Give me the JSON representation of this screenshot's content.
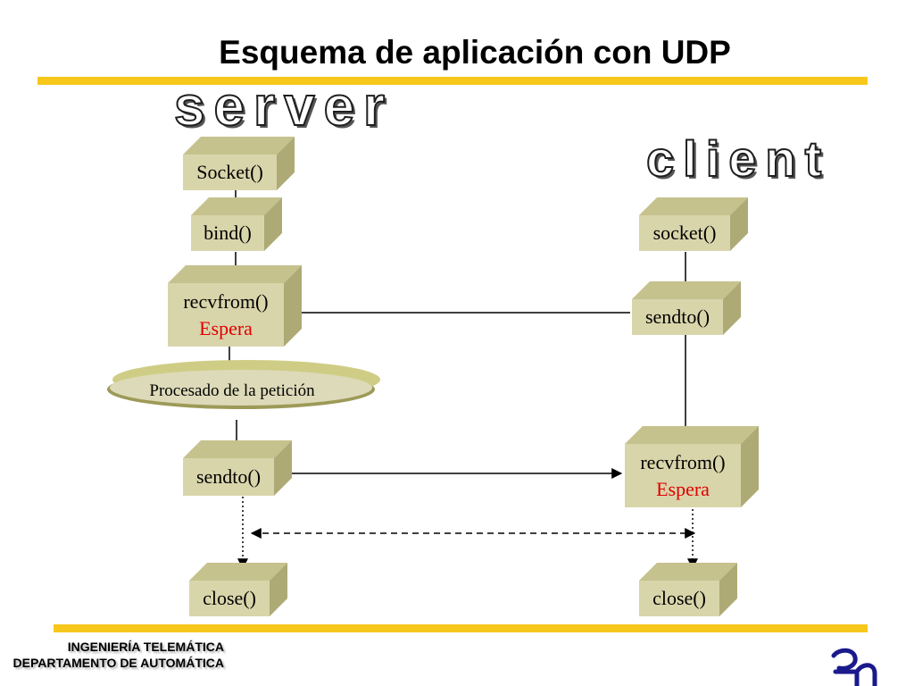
{
  "title": "Esquema de aplicación con UDP",
  "server_label": "server",
  "client_label": "client",
  "server": {
    "socket": "Socket()",
    "bind": "bind()",
    "recvfrom": "recvfrom()",
    "recvfrom_wait": "Espera",
    "process": "Procesado de la petición",
    "sendto": "sendto()",
    "close": "close()"
  },
  "client": {
    "socket": "socket()",
    "sendto": "sendto()",
    "recvfrom": "recvfrom()",
    "recvfrom_wait": "Espera",
    "close": "close()"
  },
  "footer": {
    "line1": "INGENIERÍA TELEMÁTICA",
    "line2": "DEPARTAMENTO DE AUTOMÁTICA"
  },
  "colors": {
    "accent_bar": "#f7c81b",
    "box_face": "#d9d5ab",
    "wait_text": "#e00000",
    "logo": "#1a1a8c"
  }
}
